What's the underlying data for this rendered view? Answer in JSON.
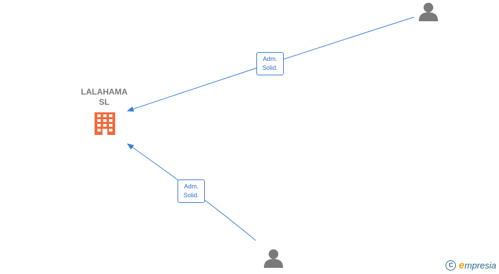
{
  "diagram": {
    "company": {
      "name_line1": "LALAHAMA",
      "name_line2": "SL",
      "icon": "building-icon",
      "color": "#f26a3d"
    },
    "persons": [
      {
        "icon": "person-icon",
        "color": "#7a7a7a"
      },
      {
        "icon": "person-icon",
        "color": "#7a7a7a"
      }
    ],
    "relations": [
      {
        "label_line1": "Adm.",
        "label_line2": "Solid."
      },
      {
        "label_line1": "Adm.",
        "label_line2": "Solid."
      }
    ],
    "edge_color": "#3a7fd5"
  },
  "watermark": {
    "copyright_symbol": "C",
    "brand_first": "e",
    "brand_rest": "mpresia"
  }
}
